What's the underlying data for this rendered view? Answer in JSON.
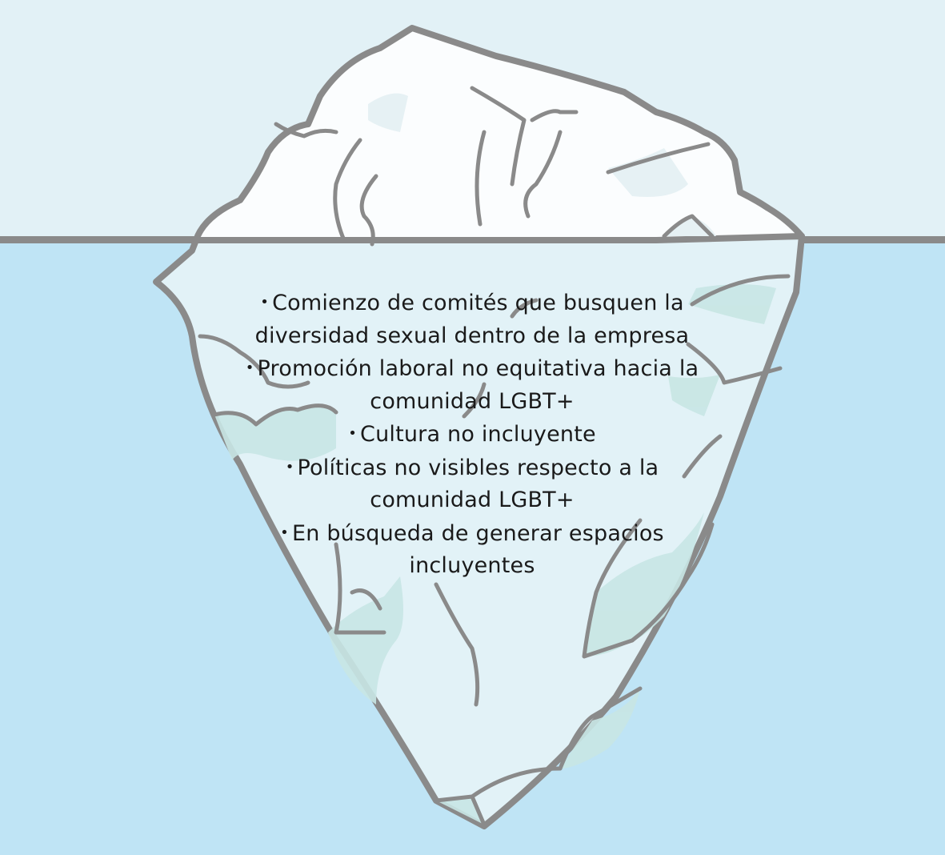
{
  "colors": {
    "sky": "#e2f1f6",
    "water": "#bfe4f5",
    "ice_top": "#fbfdfe",
    "ice_bottom": "#e2f2f7",
    "ice_shade": "#c8e6e4",
    "outline": "#8a8a8a",
    "text": "#1a1a1a"
  },
  "iceberg": {
    "items": [
      {
        "text": "Comienzo de comités que busquen la diversidad sexual dentro de la empresa"
      },
      {
        "text": "Promoción laboral no equitativa hacia la comunidad LGBT+"
      },
      {
        "text": "Cultura no incluyente"
      },
      {
        "text": "Políticas no visibles respecto a la comunidad LGBT+"
      },
      {
        "text": "En búsqueda de generar espacios incluyentes"
      }
    ]
  }
}
